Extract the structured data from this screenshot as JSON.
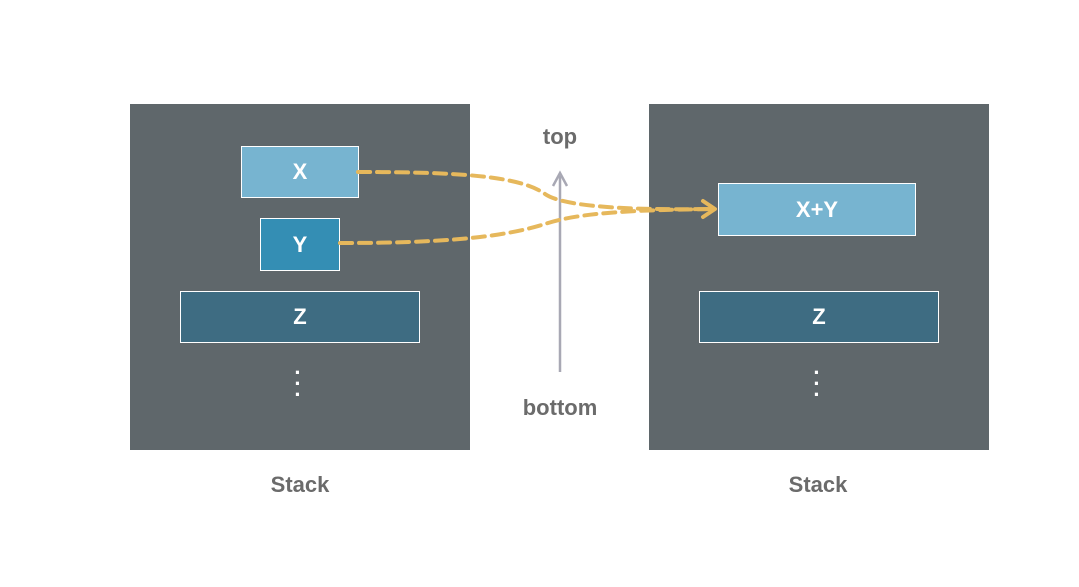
{
  "left_stack": {
    "items": [
      "X",
      "Y",
      "Z"
    ],
    "ellipsis": "⋮",
    "caption": "Stack"
  },
  "right_stack": {
    "items": [
      "X+Y",
      "Z"
    ],
    "ellipsis": "⋮",
    "caption": "Stack"
  },
  "axis": {
    "top_label": "top",
    "bottom_label": "bottom"
  },
  "colors": {
    "panel": "#5f676b",
    "item_light": "#77b4d0",
    "item_mid": "#348eb4",
    "item_dark": "#3e6c82",
    "connector": "#e6b85c",
    "axis_arrow": "#a8a8b4",
    "label_text": "#6b6b6b"
  }
}
